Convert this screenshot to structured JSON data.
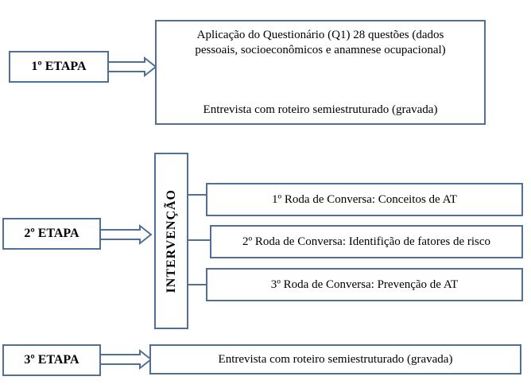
{
  "stage1": {
    "label": "1º ETAPA",
    "box_line1": "Aplicação do Questionário (Q1) 28 questões (dados",
    "box_line2": "pessoais, socioeconômicos e anamnese ocupacional)",
    "plus_icon": "plus-icon",
    "box_line3": "Entrevista com roteiro semiestruturado (gravada)"
  },
  "stage2": {
    "label": "2º ETAPA",
    "intervention": "INTERVENÇÃO",
    "items": [
      "1º Roda de Conversa: Conceitos de AT",
      "2º Roda de Conversa: Identifição de fatores de risco",
      "3º Roda de Conversa: Prevenção de AT"
    ]
  },
  "stage3": {
    "label": "3º ETAPA",
    "box": "Entrevista com roteiro semiestruturado (gravada)"
  },
  "colors": {
    "border": "#4f6f95",
    "plus": "#4aacc5"
  }
}
